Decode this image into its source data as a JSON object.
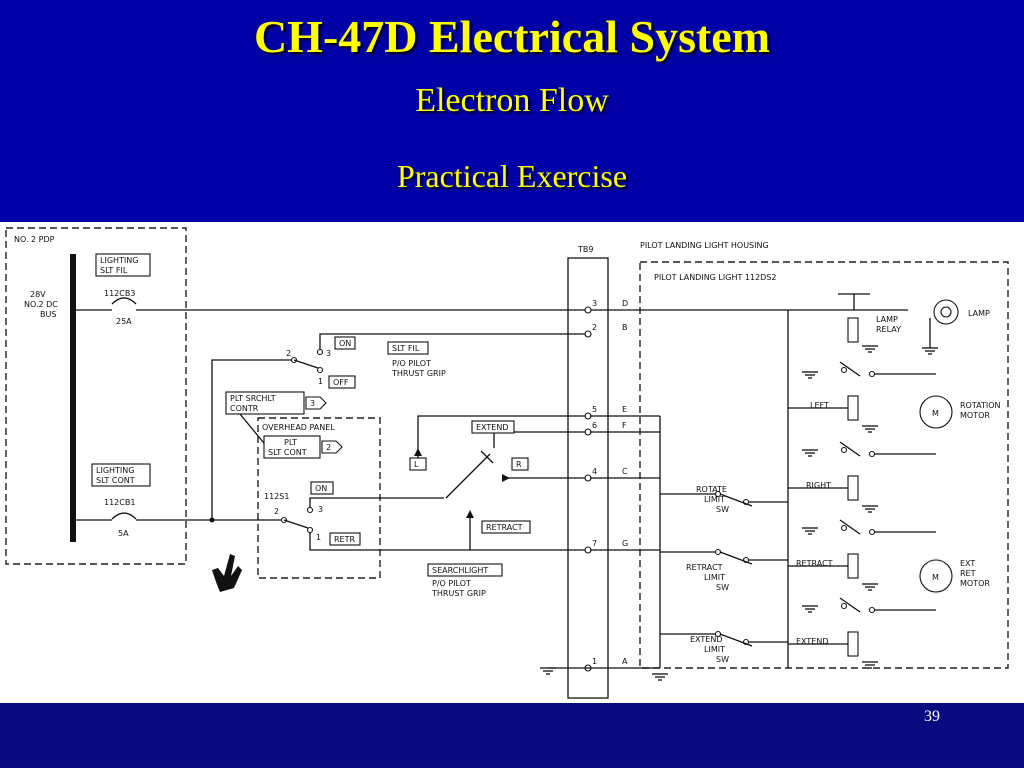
{
  "header": {
    "title": "CH-47D Electrical System",
    "subtitle": "Electron Flow",
    "exercise": "Practical Exercise"
  },
  "footer": {
    "page_number": "39"
  },
  "diagram": {
    "pdp": {
      "title": "NO. 2 PDP",
      "lighting_slt_fil": [
        "LIGHTING",
        "SLT FIL"
      ],
      "cb3": "112CB3",
      "cb3_rating": "25A",
      "bus": [
        "28V",
        "NO.2 DC",
        "BUS"
      ],
      "lighting_slt_cont": [
        "LIGHTING",
        "SLT CONT"
      ],
      "cb1": "112CB1",
      "cb1_rating": "5A"
    },
    "slt_fil_switch": {
      "on": "ON",
      "off": "OFF",
      "pin2": "2",
      "pin3": "3",
      "pin1": "1",
      "label": "SLT FIL",
      "sub": [
        "P/O PILOT",
        "THRUST GRIP"
      ]
    },
    "plt_srchlt": {
      "lines": [
        "PLT SRCHLT",
        "CONTR"
      ],
      "pin": "3"
    },
    "overhead": {
      "title": "OVERHEAD PANEL",
      "plt_slt_cont": [
        "PLT",
        "SLT CONT"
      ],
      "pin2": "2",
      "switch_id": "112S1",
      "on": "ON",
      "retr": "RETR",
      "pin2b": "2",
      "pin3": "3",
      "pin1": "1"
    },
    "searchlight": {
      "extend": "EXTEND",
      "retract": "RETRACT",
      "left": "L",
      "right": "R",
      "label": "SEARCHLIGHT",
      "sub": [
        "P/O PILOT",
        "THRUST GRIP"
      ]
    },
    "tb9": {
      "label": "TB9",
      "pins": [
        {
          "num": "3",
          "letter": "D"
        },
        {
          "num": "2",
          "letter": "B"
        },
        {
          "num": "5",
          "letter": "E"
        },
        {
          "num": "6",
          "letter": "F"
        },
        {
          "num": "4",
          "letter": "C"
        },
        {
          "num": "7",
          "letter": "G"
        },
        {
          "num": "1",
          "letter": "A"
        }
      ]
    },
    "housing": {
      "title": "PILOT LANDING LIGHT HOUSING",
      "light": "PILOT LANDING LIGHT 112DS2",
      "lamp": "LAMP",
      "lamp_relay": [
        "LAMP",
        "RELAY"
      ],
      "left": "LEFT",
      "right": "RIGHT",
      "retract": "RETRACT",
      "extend": "EXTEND",
      "rotation_motor": [
        "ROTATION",
        "MOTOR"
      ],
      "ext_ret_motor": [
        "EXT",
        "RET",
        "MOTOR"
      ],
      "motor_symbol": "M",
      "rotate_limit": [
        "ROTATE",
        "LIMIT",
        "SW"
      ],
      "retract_limit": [
        "RETRACT",
        "LIMIT",
        "SW"
      ],
      "extend_limit": [
        "EXTEND",
        "LIMIT",
        "SW"
      ]
    }
  }
}
